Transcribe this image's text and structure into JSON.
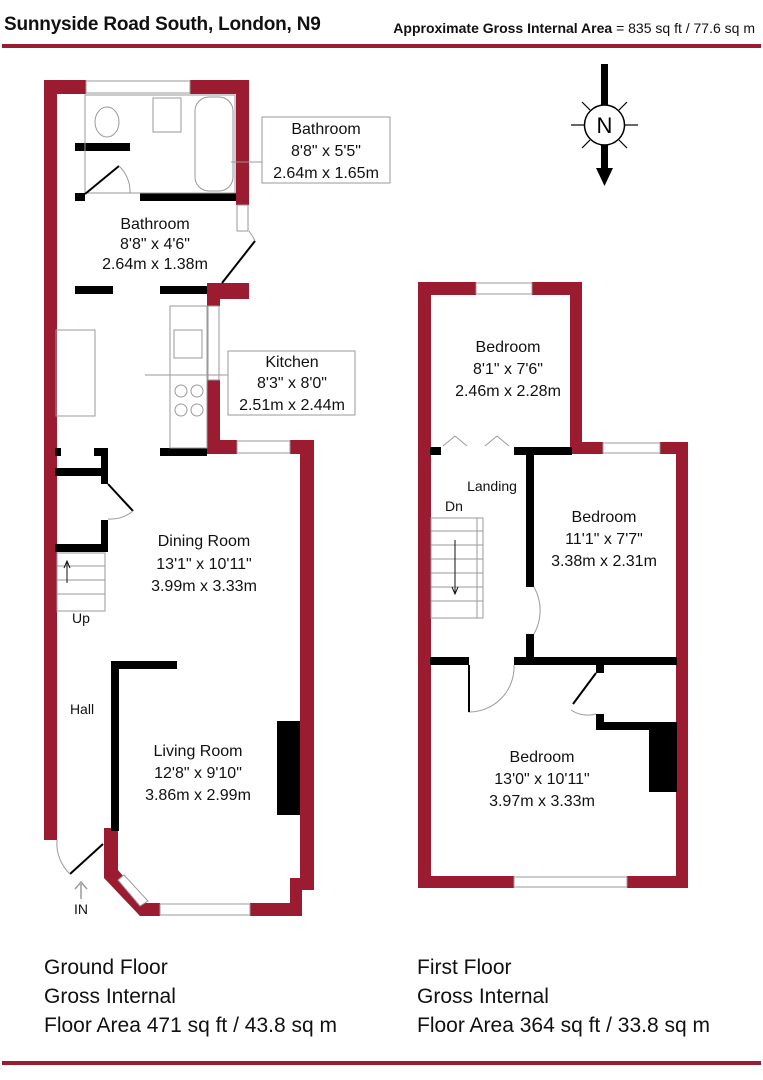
{
  "header": {
    "title": "Sunnyside Road South, London, N9",
    "area_label": "Approximate Gross Internal Area",
    "area_value": "= 835 sq ft / 77.6 sq m"
  },
  "compass": {
    "label": "N",
    "icon": "north-arrow-icon"
  },
  "colors": {
    "exterior_wall": "#9b1b30",
    "interior_wall": "#000000",
    "window": "#ffffff",
    "fixture_line": "#9a9a9a"
  },
  "ground_floor": {
    "rooms": [
      {
        "name": "Bathroom",
        "imperial": "8'8\" x 5'5\"",
        "metric": "2.64m x 1.65m"
      },
      {
        "name": "Bathroom",
        "imperial": "8'8\" x 4'6\"",
        "metric": "2.64m x 1.38m"
      },
      {
        "name": "Kitchen",
        "imperial": "8'3\" x 8'0\"",
        "metric": "2.51m x 2.44m"
      },
      {
        "name": "Dining Room",
        "imperial": "13'1\" x 10'11\"",
        "metric": "3.99m x 3.33m"
      },
      {
        "name": "Living Room",
        "imperial": "12'8\" x 9'10\"",
        "metric": "3.86m x 2.99m"
      }
    ],
    "labels": {
      "hall": "Hall",
      "up": "Up",
      "in": "IN"
    },
    "info": {
      "line1": "Ground Floor",
      "line2": "Gross Internal",
      "line3": "Floor Area 471 sq ft / 43.8 sq m"
    }
  },
  "first_floor": {
    "rooms": [
      {
        "name": "Bedroom",
        "imperial": "8'1\" x 7'6\"",
        "metric": "2.46m x 2.28m"
      },
      {
        "name": "Bedroom",
        "imperial": "11'1\" x 7'7\"",
        "metric": "3.38m x 2.31m"
      },
      {
        "name": "Bedroom",
        "imperial": "13'0\" x 10'11\"",
        "metric": "3.97m x 3.33m"
      }
    ],
    "labels": {
      "landing": "Landing",
      "dn": "Dn"
    },
    "info": {
      "line1": "First Floor",
      "line2": "Gross Internal",
      "line3": "Floor Area 364 sq ft / 33.8 sq m"
    }
  }
}
